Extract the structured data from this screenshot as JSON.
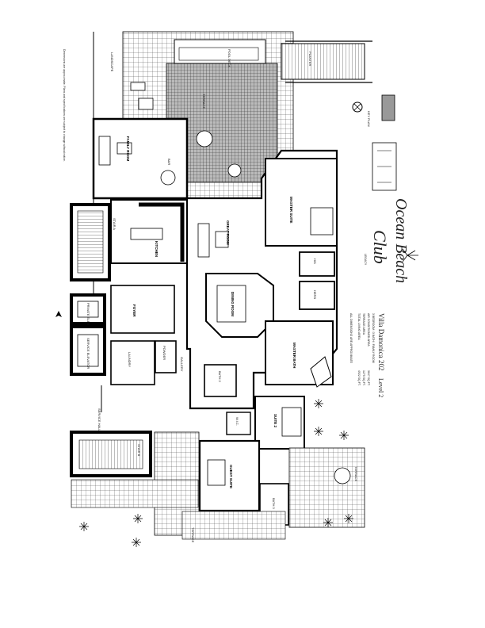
{
  "brand": {
    "line1": "Ocean Beach",
    "line2": "Club",
    "tagline": "LEGACY"
  },
  "unit": {
    "name": "Villa Damonica 202",
    "level": "Level 2",
    "beds_baths": "3 BEDROOM / 3 BATH / FAMILY ROOM",
    "air_conditioned": "AIR CONDITIONED AREA",
    "air_conditioned_value": "3647 SQ.FT.",
    "terrace": "TERRACE AREA",
    "terrace_value": "1275 SQ.FT.",
    "total": "TOTAL LIVING AREA",
    "total_value": "4922 SQ.FT.",
    "note": "ALL DIMENSIONS ARE APPROXIMATE"
  },
  "key_plan": "KEY PLAN",
  "disclaimer": "Dimensions are approximate. Plans and specifications are subject to change without notice.",
  "rooms": {
    "family_room": "FAMILY ROOM",
    "bar": "BAR",
    "pool_deck": "POOL DECK",
    "terrace": "TERRACE",
    "kitchen": "KITCHEN",
    "great_room": "GREAT ROOM",
    "dining_room": "DINING ROOM",
    "master_suite": "MASTER SUITE",
    "master_bath": "MASTER BATH",
    "his": "HIS",
    "hers": "HERS",
    "foyer": "FOYER",
    "private_elevator": "PRIVATE ELEVATOR",
    "service_elevator": "SERVICE ELEVATOR",
    "laundry": "LAUNDRY",
    "powder": "POWDER",
    "gallery": "GALLERY",
    "bath_2": "BATH 2",
    "bath_3": "BATH 3",
    "suite_2": "SUITE 2",
    "guest_suite": "GUEST SUITE",
    "wic": "W.I.C.",
    "stair_a": "STAIR A",
    "stair_b": "STAIR B",
    "service_hall": "SERVICE HALL",
    "terrace_2": "TERRACE",
    "terrace_3": "TERRACE",
    "planter": "PLANTER",
    "landscape": "LANDSCAPE"
  }
}
